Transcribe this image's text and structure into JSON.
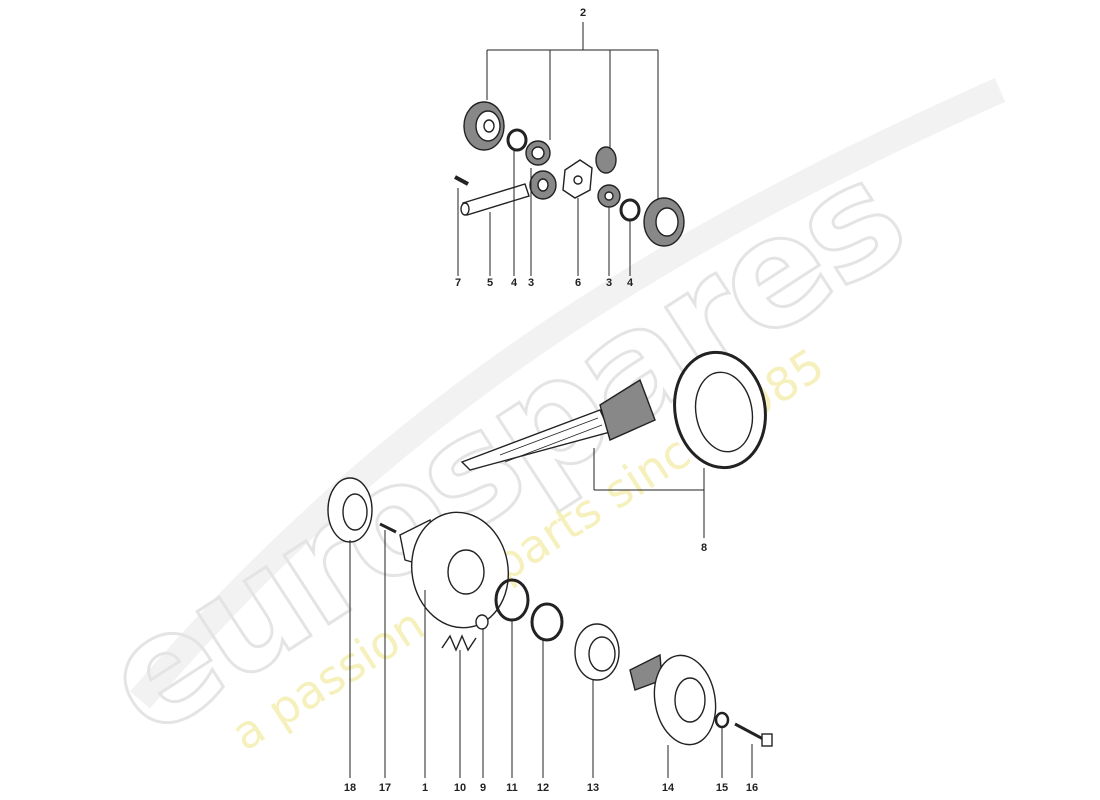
{
  "watermark": {
    "brand": "eurospares",
    "tagline": "a passion for parts since 1985",
    "tagline_color": "#efe79a",
    "brand_color": "#e2e2e2"
  },
  "callouts": {
    "c2": "2",
    "c7": "7",
    "c5": "5",
    "c4a": "4",
    "c3a": "3",
    "c6": "6",
    "c3b": "3",
    "c4b": "4",
    "c8": "8",
    "c18": "18",
    "c17": "17",
    "c1": "1",
    "c10": "10",
    "c9": "9",
    "c11": "11",
    "c12": "12",
    "c13": "13",
    "c14": "14",
    "c15": "15",
    "c16": "16"
  }
}
